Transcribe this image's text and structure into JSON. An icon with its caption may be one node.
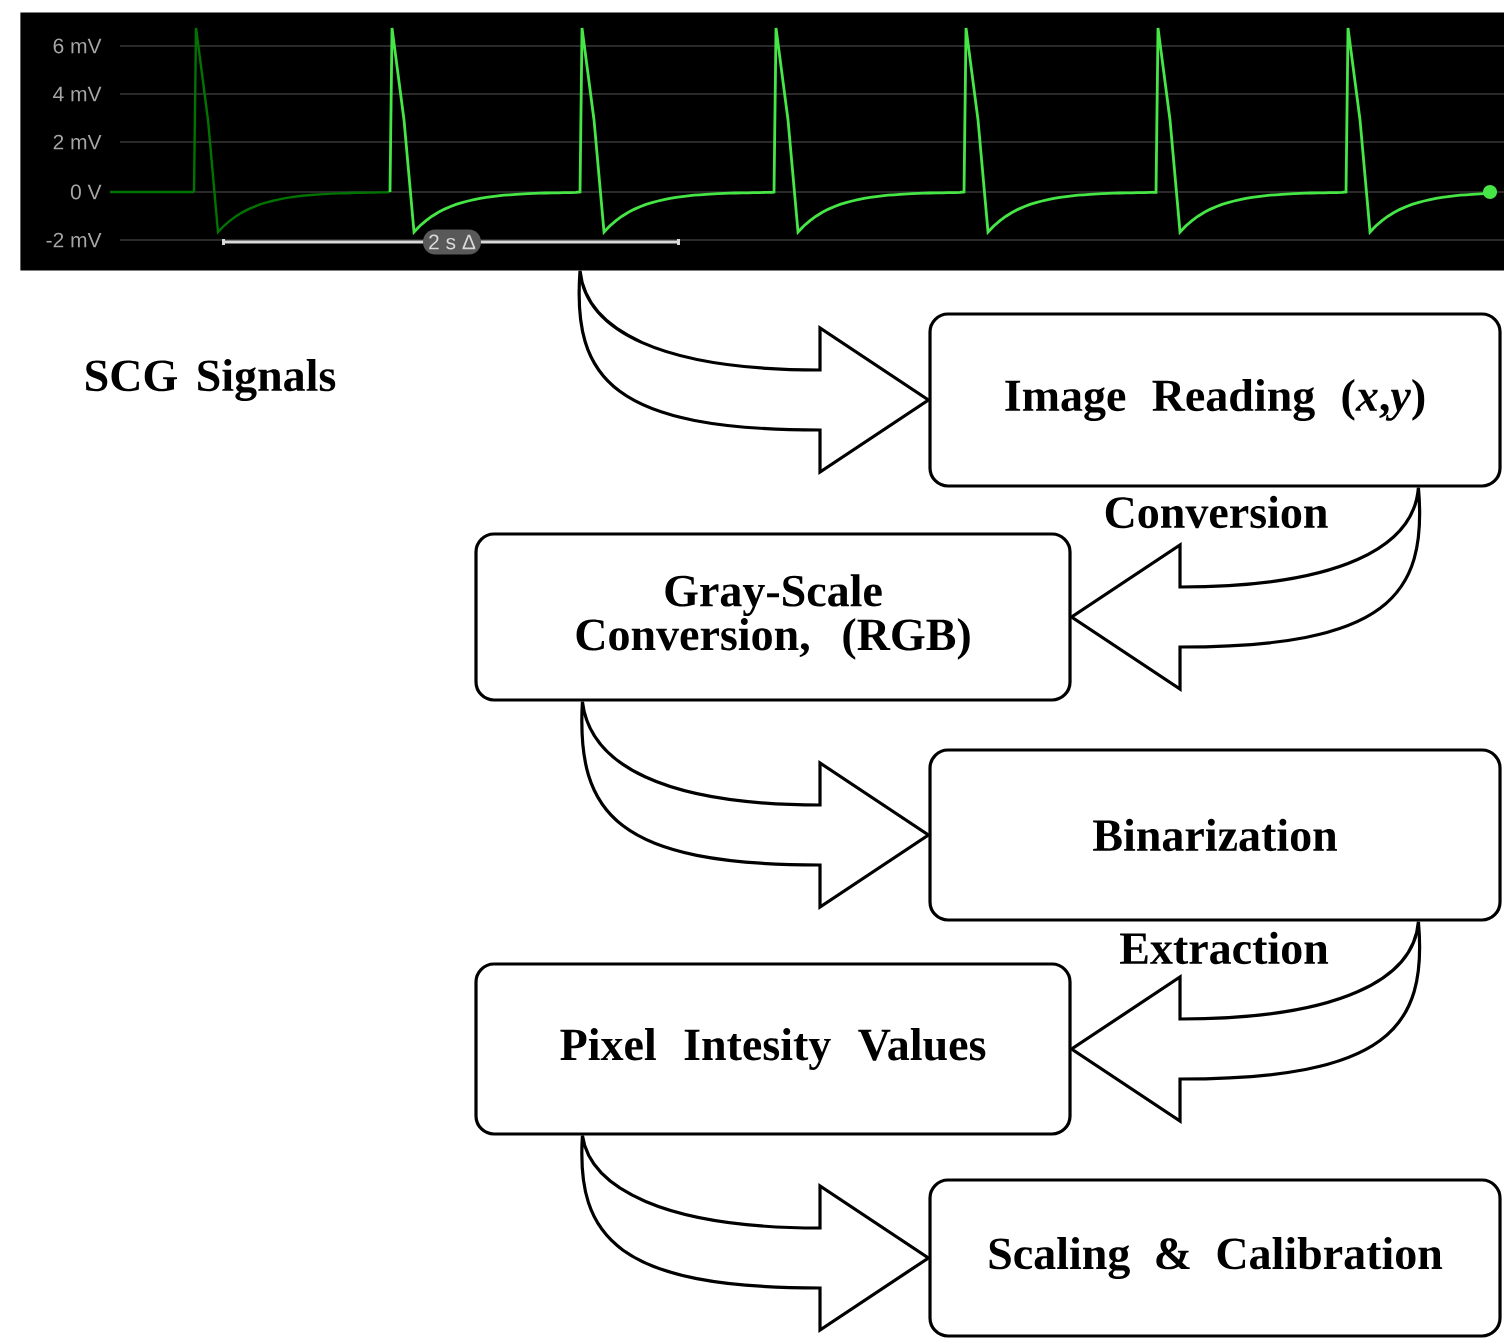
{
  "diagram": {
    "nodes": [
      {
        "text": [
          "SCG Signals"
        ]
      },
      {
        "text": [
          "Image Reading (*x*,*y*)"
        ]
      },
      {
        "text": [
          "Gray-Scale Conversion, (RGB)"
        ]
      },
      {
        "text": [
          "Binarization"
        ]
      },
      {
        "text": [
          "Pixel Intesity Values"
        ]
      },
      {
        "text": [
          "Scaling & Calibration"
        ]
      }
    ],
    "edges": [
      {
        "from": 0,
        "to": 1,
        "arrow": "to"
      },
      {
        "from": 1,
        "to": 2,
        "arrow": "to",
        "label": "Conversion"
      },
      {
        "from": 2,
        "to": 3,
        "arrow": "to"
      },
      {
        "from": 3,
        "to": 4,
        "arrow": "to",
        "label": "Extraction"
      },
      {
        "from": 4,
        "to": 5,
        "arrow": "to"
      }
    ],
    "labels": [
      "6 mV",
      "4 mV",
      "2 mV",
      "0 V",
      "-2 mV",
      "2 s Δ"
    ]
  }
}
